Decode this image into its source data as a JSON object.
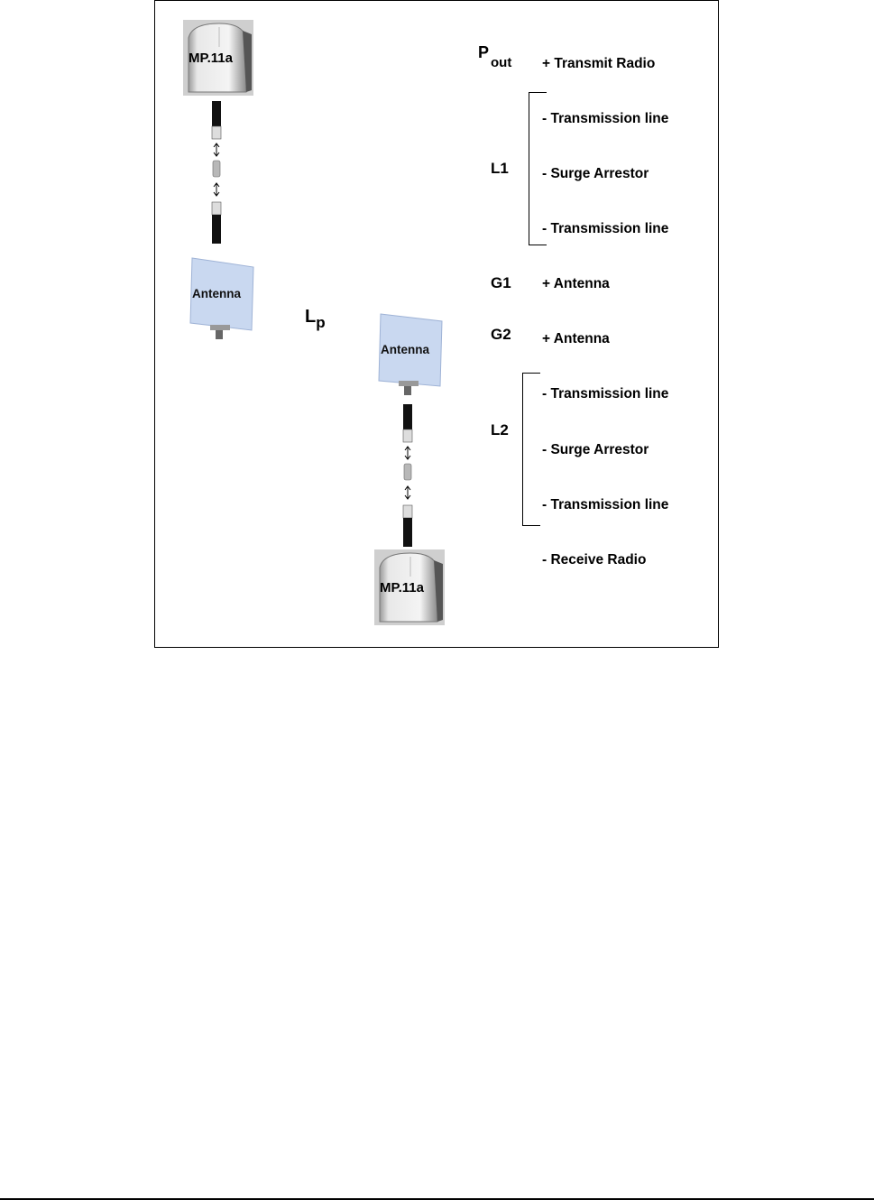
{
  "tx_radio": {
    "label": "MP.11a"
  },
  "rx_radio": {
    "label": "MP.11a"
  },
  "tx_antenna": {
    "label": "Antenna"
  },
  "rx_antenna": {
    "label": "Antenna"
  },
  "path_loss": {
    "main": "L",
    "sub": "p"
  },
  "symbols": {
    "pout_main": "P",
    "pout_sub": "out",
    "l1": "L1",
    "g1": "G1",
    "g2": "G2",
    "l2": "L2"
  },
  "items": {
    "transmit_radio": "+ Transmit Radio",
    "l1_line1": "- Transmission line",
    "l1_surge": "- Surge Arrestor",
    "l1_line2": "- Transmission line",
    "antenna1": "+ Antenna",
    "antenna2": "+ Antenna",
    "l2_line1": "- Transmission line",
    "l2_surge": "- Surge Arrestor",
    "l2_line2": "- Transmission line",
    "receive_radio": "- Receive Radio"
  }
}
